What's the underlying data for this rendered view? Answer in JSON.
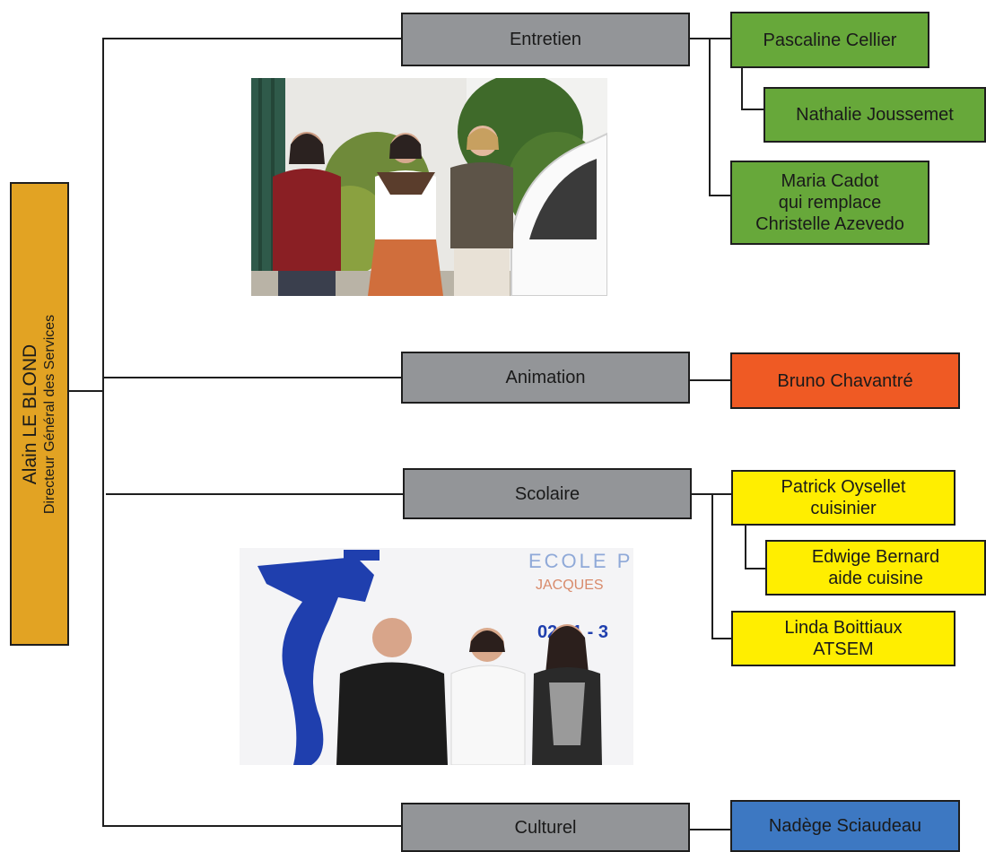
{
  "root": {
    "name": "Alain LE BLOND",
    "title": "Directeur Général des Services"
  },
  "departments": [
    {
      "label": "Entretien",
      "members": [
        {
          "lines": [
            "Pascaline Cellier"
          ]
        },
        {
          "lines": [
            "Nathalie Joussemet"
          ]
        },
        {
          "lines": [
            "Maria Cadot",
            "qui remplace",
            "Christelle Azevedo"
          ]
        }
      ]
    },
    {
      "label": "Animation",
      "members": [
        {
          "lines": [
            "Bruno Chavantré"
          ]
        }
      ]
    },
    {
      "label": "Scolaire",
      "members": [
        {
          "lines": [
            "Patrick Oysellet",
            "cuisinier"
          ]
        },
        {
          "lines": [
            "Edwige Bernard",
            "aide cuisine"
          ]
        },
        {
          "lines": [
            "Linda Boittiaux",
            "ATSEM"
          ]
        }
      ]
    },
    {
      "label": "Culturel",
      "members": [
        {
          "lines": [
            "Nadège Sciaudeau"
          ]
        }
      ]
    }
  ],
  "photo_signage": {
    "school_name": "ECOLE PU",
    "school_sub": "JACQUES",
    "phone": "02 51 - 3"
  },
  "colors": {
    "entretien": "#67a83a",
    "animation": "#ef5a24",
    "scolaire": "#ffee00",
    "culturel": "#3d78c2",
    "department": "#939598",
    "root": "#e2a323"
  }
}
